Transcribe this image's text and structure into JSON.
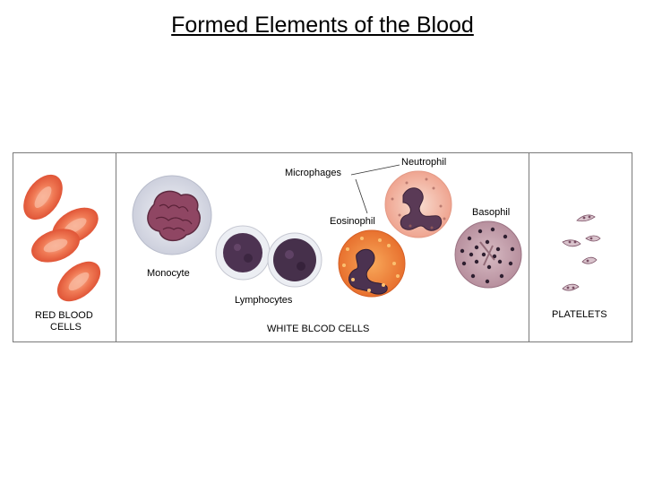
{
  "title": "Formed Elements of the Blood",
  "labels": {
    "red_blood_cells_1": "RED BLOOD",
    "red_blood_cells_2": "CELLS",
    "white_blood_cells": "WHITE BLCOD CELLS",
    "platelets": "PLATELETS",
    "monocyte": "Monocyte",
    "lymphocytes": "Lymphocytes",
    "microphages": "Microphages",
    "neutrophil": "Neutrophil",
    "eosinophil": "Eosinophil",
    "basophil": "Basophil"
  },
  "colors": {
    "frame": "#7a7a7a",
    "rbc": "#e8583a",
    "rbc_center": "#f59a78",
    "monocyte_cytoplasm": "#e4e6ee",
    "monocyte_nucleus": "#8a3e5a",
    "lymphocyte_nucleus": "#4a2f4e",
    "neutrophil_cytoplasm": "#f4c9b9",
    "neutrophil_nucleus": "#5a3a56",
    "eosinophil_cytoplasm": "#f08a3a",
    "basophil_cytoplasm": "#c8a9b3",
    "basophil_granules": "#2e1f30",
    "platelet": "#a1708a"
  }
}
